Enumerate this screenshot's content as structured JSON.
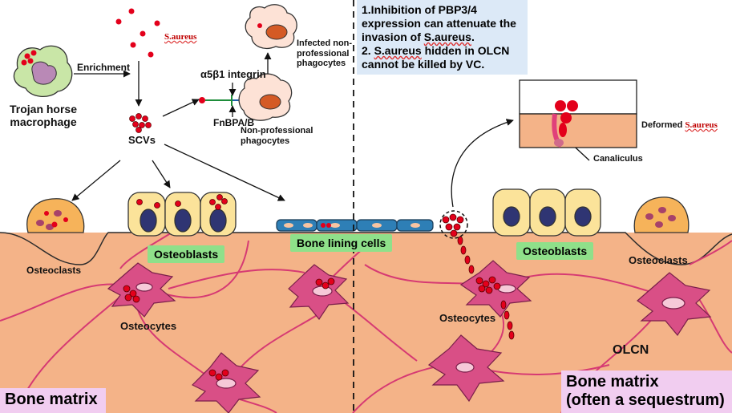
{
  "note": {
    "line1": "1.Inhibition of PBP3/4 expression can attenuate the invasion of ",
    "line1_term": "S.aureus",
    "line1_end": ".",
    "line2_a": "2. ",
    "line2_term": "S.aureus",
    "line2_b": " hidden in OLCN cannot be killed by VC."
  },
  "labels": {
    "trojan": "Trojan horse macrophage",
    "enrichment": "Enrichment",
    "saureus_top": "S.aureus",
    "scvs": "SCVs",
    "integrin": "α5β1 integrin",
    "fnbpa": "FnBPA/B",
    "infected": "Infected non-professional phagocytes",
    "nonprof": "Non-professional phagocytes",
    "osteoclasts_left": "Osteoclasts",
    "osteoblasts_left": "Osteoblasts",
    "bone_lining": "Bone lining cells",
    "osteocytes_left": "Osteocytes",
    "bone_matrix_left": "Bone matrix",
    "deformed": "Deformed ",
    "deformed_term": "S.aureus",
    "canaliculus": "Canaliculus",
    "osteoblasts_right": "Osteoblasts",
    "osteoclasts_right": "Osteoclasts",
    "osteocytes_right": "Osteocytes",
    "olcn": "OLCN",
    "bone_matrix_right_1": "Bone matrix",
    "bone_matrix_right_2": "(often a sequestrum)"
  },
  "colors": {
    "bone": "#f4b388",
    "bacteria": "#e3001b",
    "osteocyte": "#d94f86",
    "canal": "#e0407a",
    "osteoblast": "#fbe39a",
    "nucleus": "#2f3573",
    "osteoclast": "#f6b35a",
    "lining": "#2e7fb6",
    "note_bg": "#dce9f7",
    "label_bg": "#8fe08a",
    "matrix_label_bg": "#f1cdf0"
  }
}
